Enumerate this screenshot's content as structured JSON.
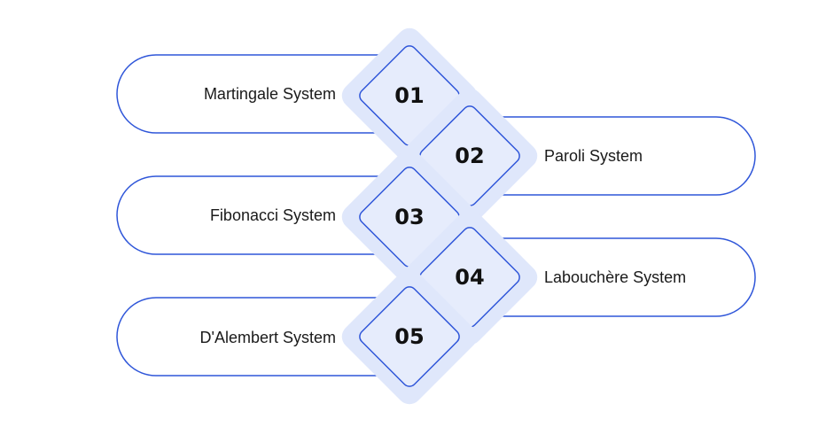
{
  "items": [
    {
      "number": "01",
      "label": "Martingale System"
    },
    {
      "number": "02",
      "label": "Paroli System"
    },
    {
      "number": "03",
      "label": "Fibonacci System"
    },
    {
      "number": "04",
      "label": "Labouchère System"
    },
    {
      "number": "05",
      "label": "D'Alembert System"
    }
  ],
  "colors": {
    "outline": "#2f56d9",
    "diamond_fill": "#e6ecfc",
    "diamond_halo": "#dfe7fb",
    "text": "#1a1a1a"
  }
}
